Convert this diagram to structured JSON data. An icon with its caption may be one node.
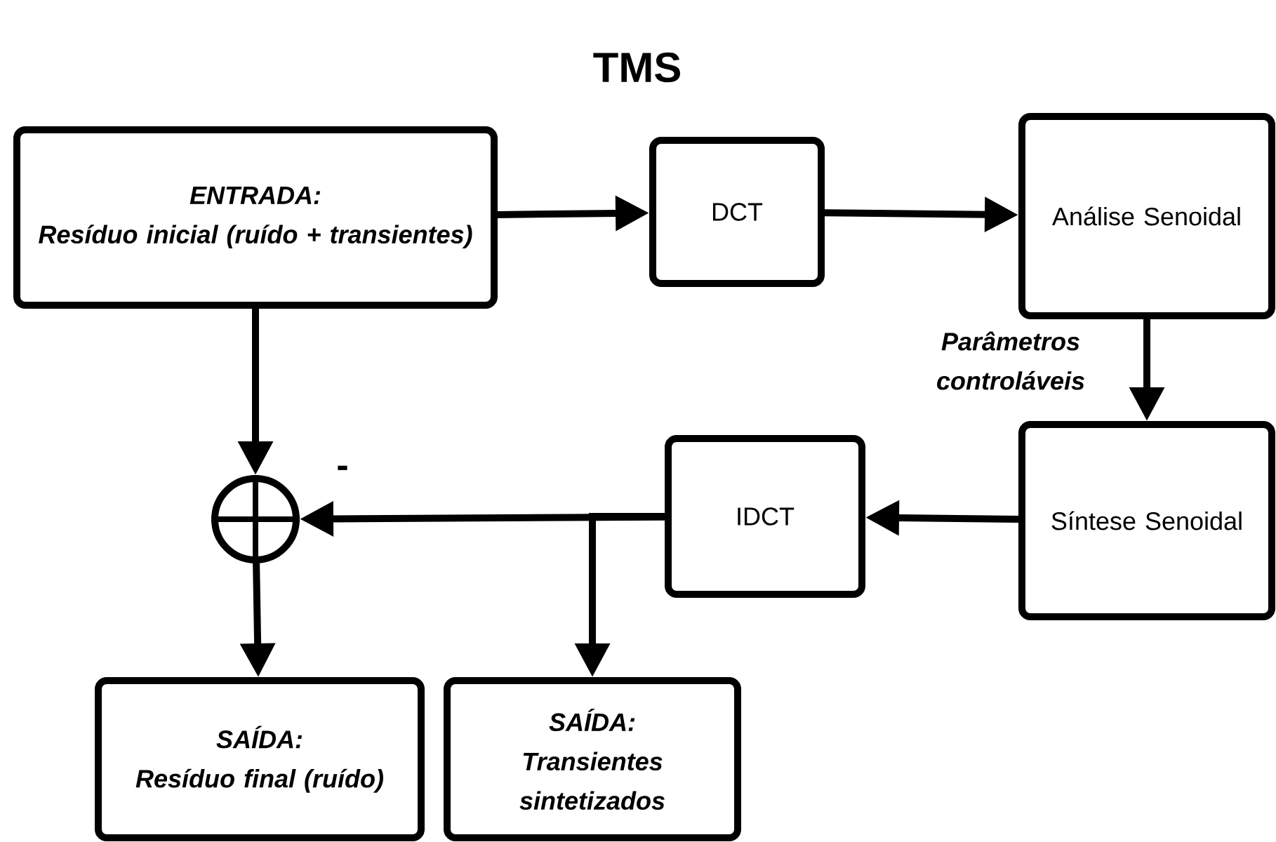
{
  "diagram": {
    "title": "TMS",
    "nodes": [
      {
        "text": [
          "ENTRADA:",
          "Resíduo inicial (ruído + transientes)"
        ]
      },
      {
        "text": [
          "DCT"
        ]
      },
      {
        "text": [
          "Análise Senoidal"
        ]
      },
      {
        "text": [
          "Síntese Senoidal"
        ]
      },
      {
        "text": [
          "IDCT"
        ]
      },
      {
        "text": [],
        "shape": "circle"
      },
      {
        "text": [
          "SAÍDA:",
          "Resíduo final (ruído)"
        ]
      },
      {
        "text": [
          "SAÍDA:",
          "Transientes sintetizados"
        ]
      }
    ],
    "edges": [
      {
        "from": 0,
        "to": 1,
        "arrow": "to"
      },
      {
        "from": 1,
        "to": 2,
        "arrow": "to"
      },
      {
        "from": 2,
        "to": 3,
        "arrow": "to",
        "label": "Parâmetros controláveis"
      },
      {
        "from": 3,
        "to": 4,
        "arrow": "to"
      },
      {
        "from": 4,
        "to": 5,
        "arrow": "to",
        "label": "-"
      },
      {
        "from": 0,
        "to": 5,
        "arrow": "to"
      },
      {
        "from": 5,
        "to": 6,
        "arrow": "to"
      },
      {
        "from": 4,
        "to": 7,
        "arrow": "to"
      }
    ]
  }
}
